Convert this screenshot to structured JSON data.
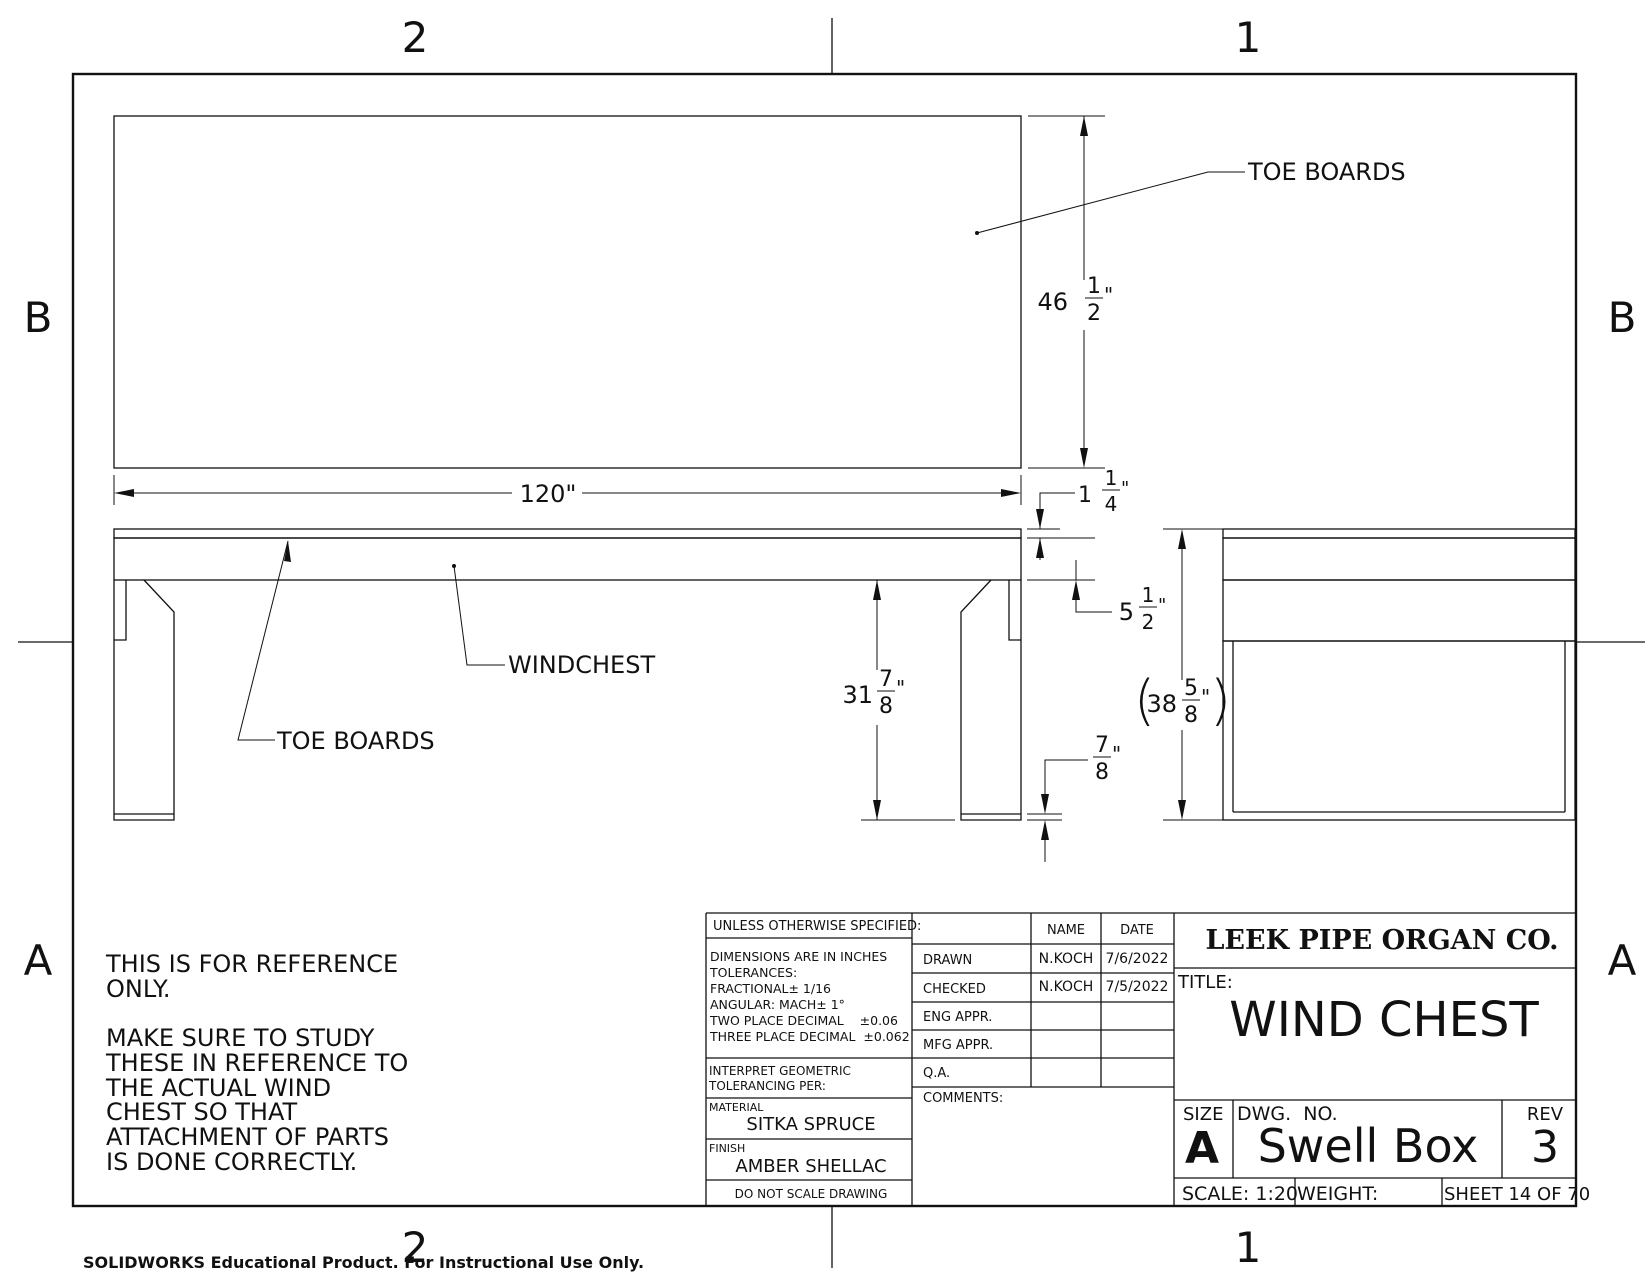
{
  "zones": {
    "top_left": "2",
    "top_right": "1",
    "bottom_left": "2",
    "bottom_right": "1",
    "left_upper": "B",
    "left_lower": "A",
    "right_upper": "B",
    "right_lower": "A"
  },
  "callouts": {
    "toe_boards_top": "TOE BOARDS",
    "toe_boards_front": "TOE BOARDS",
    "windchest": "WINDCHEST"
  },
  "dimensions": {
    "height_whole": "46",
    "height_num": "1",
    "height_den": "2",
    "width": "120\"",
    "toe_whole": "1",
    "toe_num": "1",
    "toe_den": "4",
    "chest_whole": "5",
    "chest_num": "1",
    "chest_den": "2",
    "leg_whole": "31",
    "leg_num": "7",
    "leg_den": "8",
    "total_whole": "38",
    "total_num": "5",
    "total_den": "8",
    "foot_num": "7",
    "foot_den": "8",
    "inch": "\"",
    "paren_open": "(",
    "paren_close": ")"
  },
  "notes": [
    "THIS IS FOR REFERENCE",
    "ONLY.",
    "",
    "MAKE SURE TO STUDY",
    "THESE IN REFERENCE TO",
    "THE ACTUAL WIND",
    "CHEST SO THAT",
    "ATTACHMENT OF PARTS",
    "IS DONE CORRECTLY."
  ],
  "title_block": {
    "unless": "UNLESS OTHERWISE SPECIFIED:",
    "tolerances": [
      "DIMENSIONS ARE IN INCHES",
      "TOLERANCES:",
      "FRACTIONAL± 1/16",
      "ANGULAR: MACH±  1°",
      "TWO PLACE DECIMAL    ±0.06",
      "THREE PLACE DECIMAL  ±0.062"
    ],
    "interpret": [
      "INTERPRET GEOMETRIC",
      "TOLERANCING PER:"
    ],
    "material_label": "MATERIAL",
    "material": "SITKA SPRUCE",
    "finish_label": "FINISH",
    "finish": "AMBER SHELLAC",
    "do_not_scale": "DO NOT SCALE DRAWING",
    "name_header": "NAME",
    "date_header": "DATE",
    "drawn": "DRAWN",
    "drawn_name": "N.KOCH",
    "drawn_date": "7/6/2022",
    "checked": "CHECKED",
    "checked_name": "N.KOCH",
    "checked_date": "7/5/2022",
    "eng_appr": "ENG APPR.",
    "mfg_appr": "MFG APPR.",
    "qa": "Q.A.",
    "comments": "COMMENTS:",
    "company": "LEEK PIPE ORGAN CO.",
    "title_label": "TITLE:",
    "title": "WIND CHEST",
    "size_label": "SIZE",
    "size": "A",
    "dwg_label": "DWG.  NO.",
    "dwg_no": "Swell Box",
    "rev_label": "REV",
    "rev": "3",
    "scale": "SCALE: 1:20",
    "weight": "WEIGHT:",
    "sheet": "SHEET 14 OF 70"
  },
  "footer": "SOLIDWORKS Educational Product. For Instructional Use Only."
}
